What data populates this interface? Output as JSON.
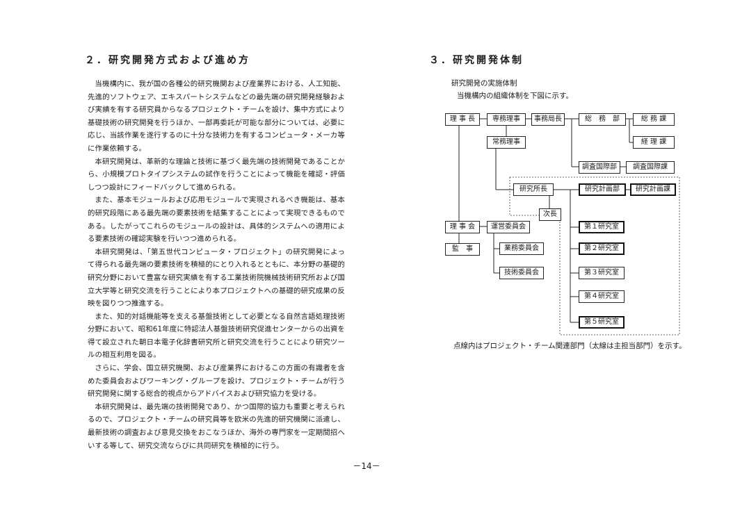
{
  "left": {
    "heading": "２．研究開発方式および進め方",
    "paragraphs": [
      "当機構内に、我が国の各種公的研究機関および産業界における、人工知能、先進的ソフトウェア、エキスパートシステムなどの最先端の研究開発経験および実績を有する研究員からなるプロジェクト・チームを設け、集中方式により基礎技術の研究開発を行うほか、一部再委託が可能な部分については、必要に応じ、当該作業を遂行するのに十分な技術力を有するコンピュータ・メーカ等に作業依頼する。",
      "本研究開発は、革新的な理論と技術に基づく最先端の技術開発であることから、小規模プロトタイプシステムの試作を行うことによって機能を確認・評価しつつ設計にフィードバックして進められる。",
      "また、基本モジュールおよび応用モジュールで実現されるべき機能は、基本的研究段階にある最先端の要素技術を結集することによって実現できるものである。したがってこれらのモジュールの設計は、具体的システムへの適用による要素技術の確認実験を行いつつ進められる。",
      "本研究開発は、「第五世代コンピュータ・プロジェクト」の研究開発によって得られる最先端の要素技術を積極的にとり入れるとともに、本分野の基礎的研究分野において豊富な研究実績を有する工業技術院機械技術研究所および国立大学等と研究交流を行うことにより本プロジェクトへの基礎的研究成果の反映を図りつつ推進する。",
      "また、知的対話機能等を支える基盤技術として必要となる自然言語処理技術分野において、昭和61年度に特認法人基盤技術研究促進センターからの出資を得て設立された朝日本電子化辞書研究所と研究交流を行うことにより研究ツールの相互利用を図る。",
      "さらに、学会、国立研究機関、および産業界におけるこの方面の有識者を含めた委員会およびワーキング・グループを設け、プロジェクト・チームが行う研究開発に関する総合的視点からアドバイスおよび研究協力を受ける。",
      "本研究開発は、最先端の技術開発であり、かつ国際的協力も重要と考えられるので、プロジェクト・チームの研究員等を欧米の先進的研究機関に派遣し、最新技術の調査および意見交換をおこなうほか、海外の専門家を一定期間招へいする等して、研究交流ならびに共同研究を積極的に行う。"
    ]
  },
  "right": {
    "heading": "３．研究開発体制",
    "subheading": "研究開発の実施体制",
    "description": "当機構内の組織体制を下図に示す。",
    "org": {
      "rijicho": "理 事 長",
      "senmu_riji": "専務理事",
      "jimukyokucho": "事務局長",
      "somubu": "総　務　部",
      "somuka": "総 務 課",
      "keirika": "経 理 課",
      "jokin_riji": "常務理事",
      "chosa_kokusaibu": "調査国際部",
      "chosa_kokusaika": "調査国際課",
      "kenkyushocho": "研究所長",
      "kenkyu_keikakubu": "研究計画部",
      "kenkyu_keikakuka": "研究計画課",
      "jicho": "次長",
      "rijikai": "理 事 会",
      "unei_iinkai": "運営委員会",
      "kanji": "監　事",
      "gyomu_iinkai": "業務委員会",
      "gijutsu_iinkai": "技術委員会",
      "labs": [
        "第１研究室",
        "第２研究室",
        "第３研究室",
        "第４研究室",
        "第５研究室"
      ]
    },
    "caption": "点線内はプロジェクト・チーム関連部門（太線は主担当部門）を示す。"
  },
  "page_number": "－14－"
}
